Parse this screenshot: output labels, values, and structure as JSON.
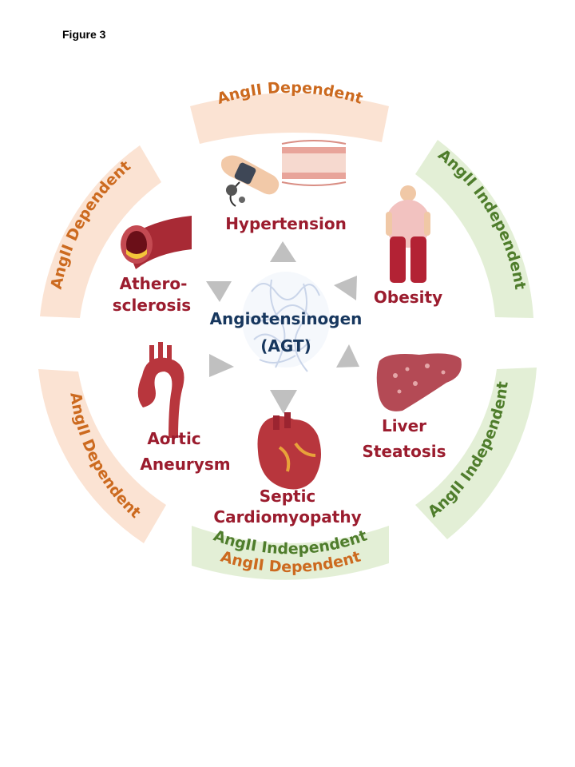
{
  "figure_label": "Figure 3",
  "center": {
    "line1": "Angiotensinogen",
    "line2": "(AGT)"
  },
  "diseases": {
    "hypertension": "Hypertension",
    "obesity": "Obesity",
    "liver": [
      "Liver",
      "Steatosis"
    ],
    "septic": [
      "Septic",
      "Cardiomyopathy"
    ],
    "aortic": [
      "Aortic",
      "Aneurysm"
    ],
    "athero": [
      "Athero-",
      "sclerosis"
    ]
  },
  "bands": {
    "top": "AngII Dependent",
    "upper_right": "AngII Independent",
    "lower_right": "AngII Independent",
    "bottom_outer": "AngII Dependent",
    "bottom_inner": "AngII Independent",
    "lower_left": "AngII Dependent",
    "upper_left": "AngII Dependent"
  },
  "colors": {
    "dependent_band": "#fbe3d3",
    "independent_band": "#e3efd6",
    "dependent_text": "#cc6a1f",
    "independent_text": "#4f7d2c",
    "disease_text": "#9b1c2e",
    "center_text": "#17375e",
    "arrow": "#c0c0c0"
  },
  "icons": [
    "blood-pressure-cuff-icon",
    "blood-vessel-icon",
    "obese-person-icon",
    "liver-icon",
    "heart-icon",
    "aorta-icon",
    "plaque-artery-icon",
    "agt-protein-icon"
  ]
}
